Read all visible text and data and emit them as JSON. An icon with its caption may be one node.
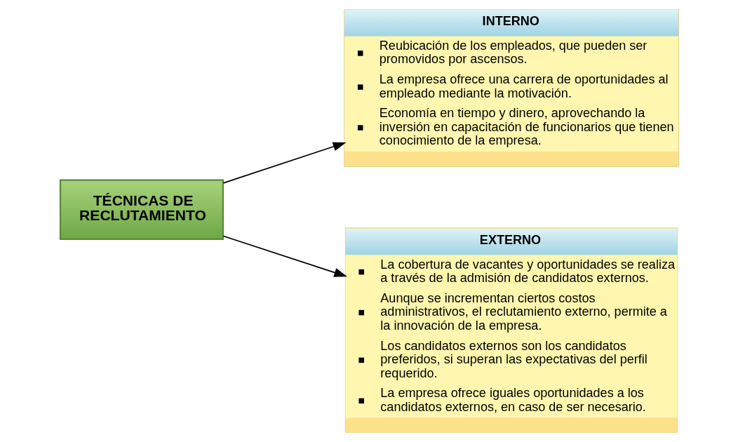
{
  "diagram": {
    "nodes": [
      {
        "text": [
          "TÉCNICAS DE RECLUTAMIENTO"
        ]
      },
      {
        "text": [
          "INTERNO",
          "Reubicación de los empleados, que pueden ser promovidos por ascensos.",
          "La empresa ofrece una carrera de oportunidades al empleado mediante la motivación.",
          "Economía en tiempo y dinero, aprovechando la inversión en capacitación de funcionarios que tienen conocimiento de la empresa."
        ]
      },
      {
        "text": [
          "EXTERNO",
          "La cobertura de vacantes y oportunidades se realiza a través de la admisión de candidatos externos.",
          "Aunque se incrementan ciertos costos administrativos, el reclutamiento externo, permite a la innovación de la empresa.",
          "Los candidatos externos son los candidatos preferidos, si superan las expectativas del perfil requerido.",
          "La empresa ofrece iguales oportunidades a los candidatos externos, en caso de ser necesario."
        ]
      }
    ],
    "edges": [
      {
        "from": 0,
        "to": 1,
        "arrow": "to"
      },
      {
        "from": 0,
        "to": 2,
        "arrow": "to"
      }
    ]
  }
}
